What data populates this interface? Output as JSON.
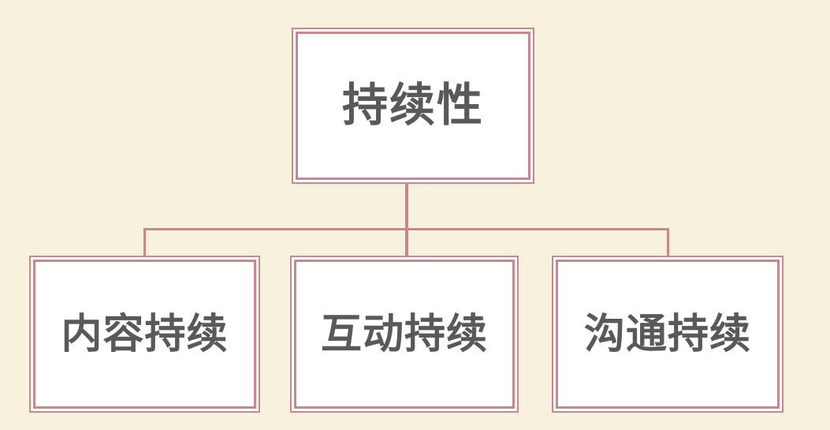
{
  "diagram": {
    "type": "org-chart",
    "root": {
      "label": "持续性"
    },
    "children": [
      {
        "label": "内容持续"
      },
      {
        "label": "互动持续"
      },
      {
        "label": "沟通持续"
      }
    ]
  },
  "colors": {
    "background": "#f8f1de",
    "border": "#cc878a",
    "text": "#595959",
    "box_fill": "#ffffff"
  }
}
